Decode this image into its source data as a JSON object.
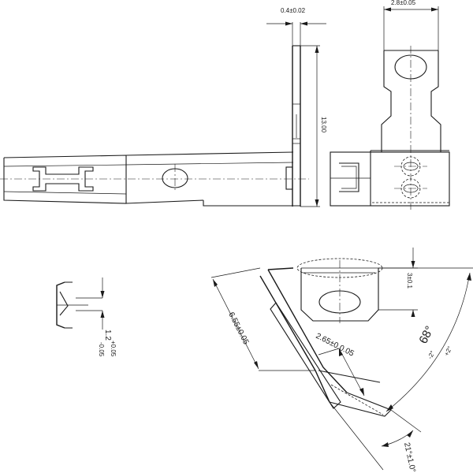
{
  "dimensions": {
    "thickness": "0.4±0.02",
    "tab_width": "2.8±0.05",
    "height": "13.00",
    "hole_offset": "3±0.1",
    "length_a": "6.55±0.05",
    "length_b": "2.65±0.0.05",
    "angle_main": "68°",
    "angle_main_tol_plus": "+2°",
    "angle_main_tol_minus": "-2°",
    "angle_bend": "21°±1.0°",
    "section_value": "1.2",
    "section_tol_plus": "+0.05",
    "section_tol_minus": "-0.05"
  }
}
